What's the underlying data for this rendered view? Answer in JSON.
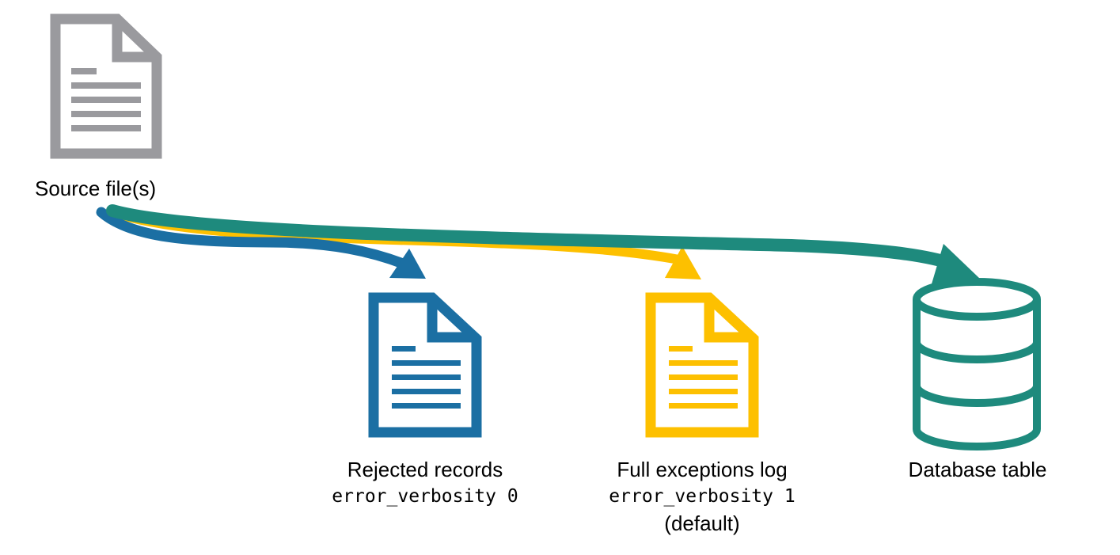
{
  "nodes": {
    "source": {
      "label": "Source file(s)",
      "icon": "document-icon",
      "color": "#9a9a9e"
    },
    "rejected": {
      "label": "Rejected records",
      "setting": "error_verbosity 0",
      "icon": "document-icon",
      "color": "#1b6fa3"
    },
    "full_log": {
      "label": "Full exceptions log",
      "setting": "error_verbosity 1",
      "note": "(default)",
      "icon": "document-icon",
      "color": "#fdc000"
    },
    "database": {
      "label": "Database table",
      "icon": "database-icon",
      "color": "#1e8a7d"
    }
  },
  "arrows": [
    {
      "from": "source",
      "to": "rejected",
      "color": "#1b6fa3"
    },
    {
      "from": "source",
      "to": "full_log",
      "color": "#fdc000"
    },
    {
      "from": "source",
      "to": "database",
      "color": "#1e8a7d"
    }
  ]
}
